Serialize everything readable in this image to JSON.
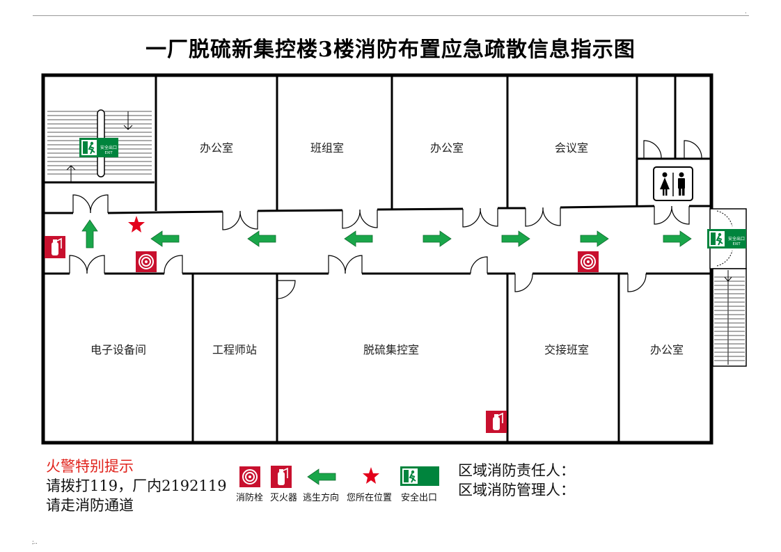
{
  "title": "一厂脱硫新集控楼3楼消防布置应急疏散信息指示图",
  "corner_dot": ".",
  "footer_mark": ";..",
  "exit_sign": {
    "cn": "安全出口",
    "en": "EXIT"
  },
  "rooms": {
    "office1": "办公室",
    "team": "班组室",
    "office2": "办公室",
    "meeting": "会议室",
    "electronics": "电子设备间",
    "engineer": "工程师站",
    "control": "脱硫集控室",
    "handover": "交接班室",
    "office3": "办公室"
  },
  "notes": {
    "heading": "火警特别提示",
    "line1": "请拨打119，厂内2192119",
    "line2": "请走消防通道"
  },
  "legend": {
    "hydrant": "消防栓",
    "extinguisher": "灭火器",
    "escape": "逃生方向",
    "location": "您所在位置",
    "exit": "安全出口"
  },
  "responsibility": {
    "line1": "区域消防责任人：",
    "line2": "区域消防管理人："
  },
  "colors": {
    "arrow": "#1aa64a",
    "sign_red": "#c8102e",
    "exit_green": "#00843d",
    "star": "#e3001b"
  }
}
